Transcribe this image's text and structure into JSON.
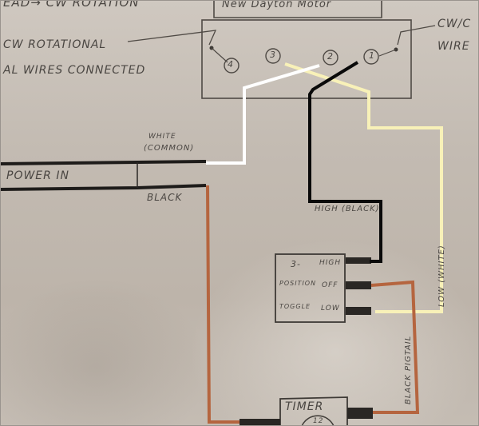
{
  "diagram": {
    "title": "New Dayton Motor",
    "notes": {
      "top_left_line1": "EAD→ CW ROTATION",
      "top_left_line2": "CW ROTATIONAL",
      "top_left_line3": "AL WIRES CONNECTED",
      "top_right_line1": "CW/C",
      "top_right_line2": "WIRE"
    },
    "motor_terminals": [
      "4",
      "3",
      "2",
      "1"
    ],
    "power_in": {
      "label": "POWER IN",
      "white_label_line1": "WHITE",
      "white_label_line2": "(COMMON)",
      "black_label": "BLACK"
    },
    "wires": {
      "high_label": "HIGH (BLACK)",
      "low_label": "LOW (WHITE)",
      "pigtail_label": "BLACK PIGTAIL"
    },
    "toggle_switch": {
      "line1": "3-",
      "line2": "POSITION",
      "line3": "TOGGLE",
      "positions": [
        "HIGH",
        "OFF",
        "LOW"
      ]
    },
    "timer": {
      "label": "TIMER",
      "dial": "12"
    },
    "colors": {
      "white_wire": "#ffffff",
      "black_wire": "#0a0a0a",
      "cream_wire": "#f8f1b8",
      "copper_wire": "#b5653f",
      "pencil": "#4a4642",
      "paper": "#c6beb5"
    }
  }
}
